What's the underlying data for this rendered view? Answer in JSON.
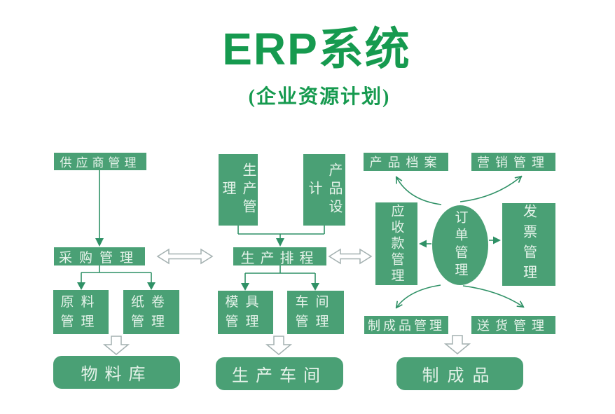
{
  "title": "ERP系统",
  "subtitle": "(企业资源计划)",
  "colors": {
    "title_green": "#169a4f",
    "box_green": "#4aa075",
    "box_text": "#e6f3ea",
    "line_green": "#2f9166",
    "hollow_arrow_outline": "#a3b0b0",
    "background": "#ffffff"
  },
  "nodes": {
    "supplier_mgmt": "供应商管理",
    "purchase_mgmt": "采购管理",
    "raw_material_mgmt": "原料管理",
    "paper_roll_mgmt": "纸卷管理",
    "material_warehouse": "物料库",
    "production_mgmt": "生产管理",
    "product_design": "产品设计",
    "production_scheduling": "生产排程",
    "mold_mgmt": "模具管理",
    "workshop_mgmt": "车间管理",
    "production_workshop": "生产车间",
    "product_archive": "产品档案",
    "marketing_mgmt": "营销管理",
    "receivables_mgmt": "应收款管理",
    "order_mgmt": "订单管理",
    "invoice_mgmt": "发票管理",
    "finished_goods_mgmt": "制成品管理",
    "delivery_mgmt": "送货管理",
    "finished_goods": "制成品"
  },
  "edges": [
    {
      "from": "supplier_mgmt",
      "to": "purchase_mgmt",
      "style": "solid-arrow"
    },
    {
      "from": "purchase_mgmt",
      "to": "raw_material_mgmt",
      "style": "solid-arrow"
    },
    {
      "from": "purchase_mgmt",
      "to": "paper_roll_mgmt",
      "style": "solid-arrow"
    },
    {
      "from": "raw_material_mgmt,paper_roll_mgmt",
      "to": "material_warehouse",
      "style": "hollow-block-arrow"
    },
    {
      "from": "purchase_mgmt",
      "to": "production_scheduling",
      "style": "hollow-double-arrow"
    },
    {
      "from": "production_mgmt,product_design",
      "to": "production_scheduling",
      "style": "solid-arrow"
    },
    {
      "from": "production_scheduling",
      "to": "mold_mgmt",
      "style": "solid-arrow"
    },
    {
      "from": "production_scheduling",
      "to": "workshop_mgmt",
      "style": "solid-arrow"
    },
    {
      "from": "mold_mgmt,workshop_mgmt",
      "to": "production_workshop",
      "style": "hollow-block-arrow"
    },
    {
      "from": "production_scheduling",
      "to": "receivables_mgmt",
      "style": "hollow-double-arrow"
    },
    {
      "from": "order_mgmt",
      "to": "product_archive",
      "style": "curved-arrow"
    },
    {
      "from": "order_mgmt",
      "to": "marketing_mgmt",
      "style": "curved-arrow"
    },
    {
      "from": "order_mgmt",
      "to": "receivables_mgmt",
      "style": "solid-arrow"
    },
    {
      "from": "order_mgmt",
      "to": "invoice_mgmt",
      "style": "solid-arrow"
    },
    {
      "from": "order_mgmt",
      "to": "finished_goods_mgmt",
      "style": "curved-arrow"
    },
    {
      "from": "order_mgmt",
      "to": "delivery_mgmt",
      "style": "curved-arrow"
    },
    {
      "from": "finished_goods_mgmt",
      "to": "finished_goods",
      "style": "hollow-block-arrow"
    }
  ]
}
